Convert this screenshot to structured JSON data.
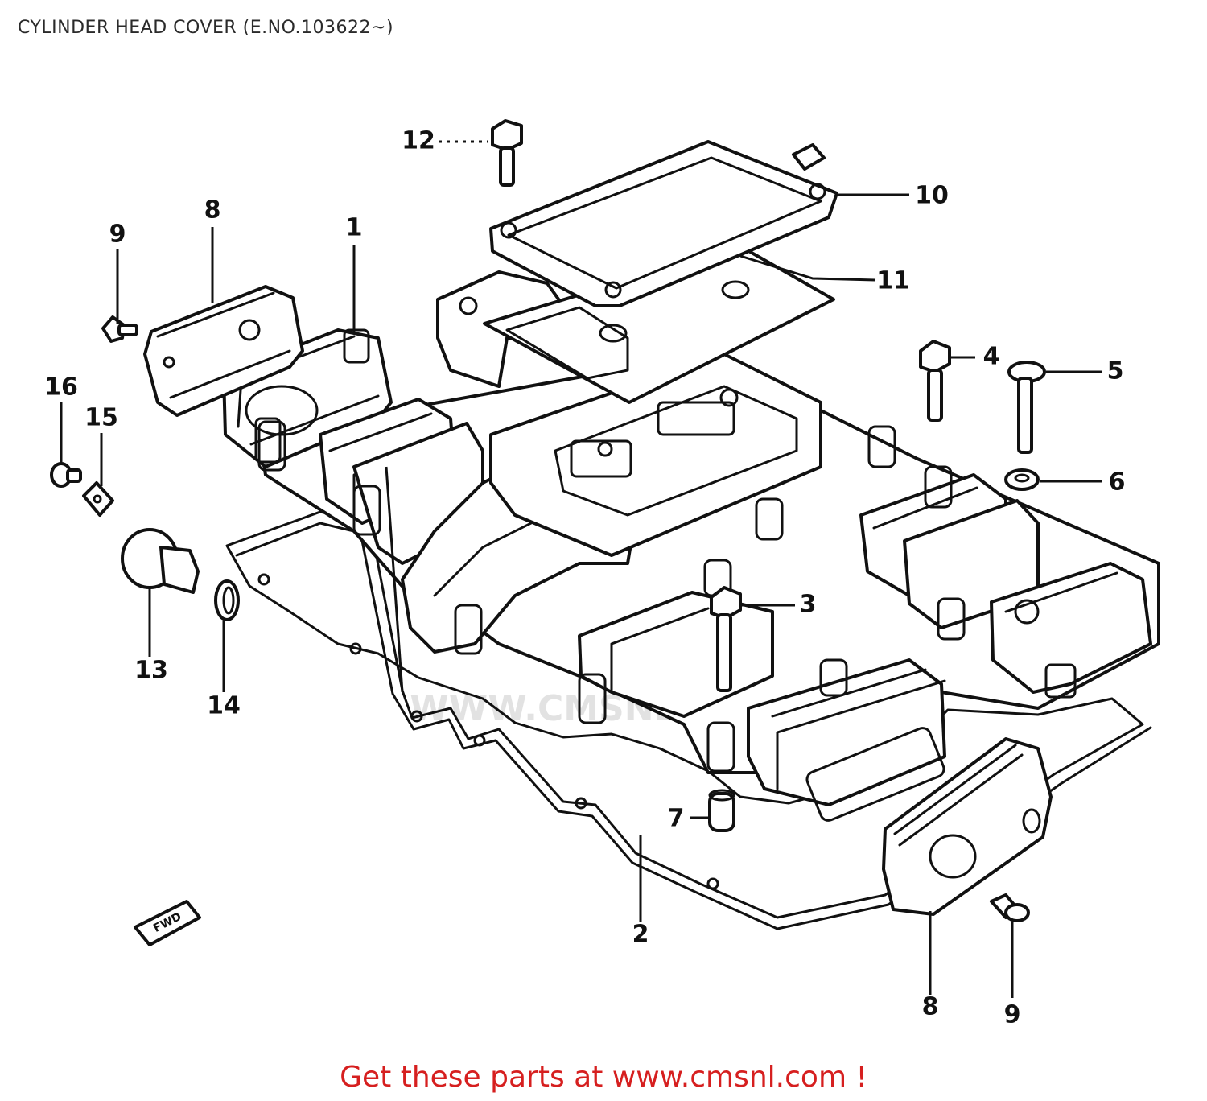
{
  "title": "CYLINDER HEAD COVER (E.NO.103622~)",
  "callouts": [
    {
      "id": "c1",
      "label": "1"
    },
    {
      "id": "c2",
      "label": "2"
    },
    {
      "id": "c3",
      "label": "3"
    },
    {
      "id": "c4",
      "label": "4"
    },
    {
      "id": "c5",
      "label": "5"
    },
    {
      "id": "c6",
      "label": "6"
    },
    {
      "id": "c7",
      "label": "7"
    },
    {
      "id": "c8a",
      "label": "8"
    },
    {
      "id": "c8b",
      "label": "8"
    },
    {
      "id": "c9a",
      "label": "9"
    },
    {
      "id": "c9b",
      "label": "9"
    },
    {
      "id": "c10",
      "label": "10"
    },
    {
      "id": "c11",
      "label": "11"
    },
    {
      "id": "c12",
      "label": "12"
    },
    {
      "id": "c13",
      "label": "13"
    },
    {
      "id": "c14",
      "label": "14"
    },
    {
      "id": "c15",
      "label": "15"
    },
    {
      "id": "c16",
      "label": "16"
    }
  ],
  "watermark": "WWW.CMSNL.COM",
  "front_marker": "FWD",
  "footer": "Get these parts at www.cmsnl.com !",
  "colors": {
    "line": "#111111",
    "footer_text": "#d61f1f",
    "watermark": "#e2e2e2"
  }
}
